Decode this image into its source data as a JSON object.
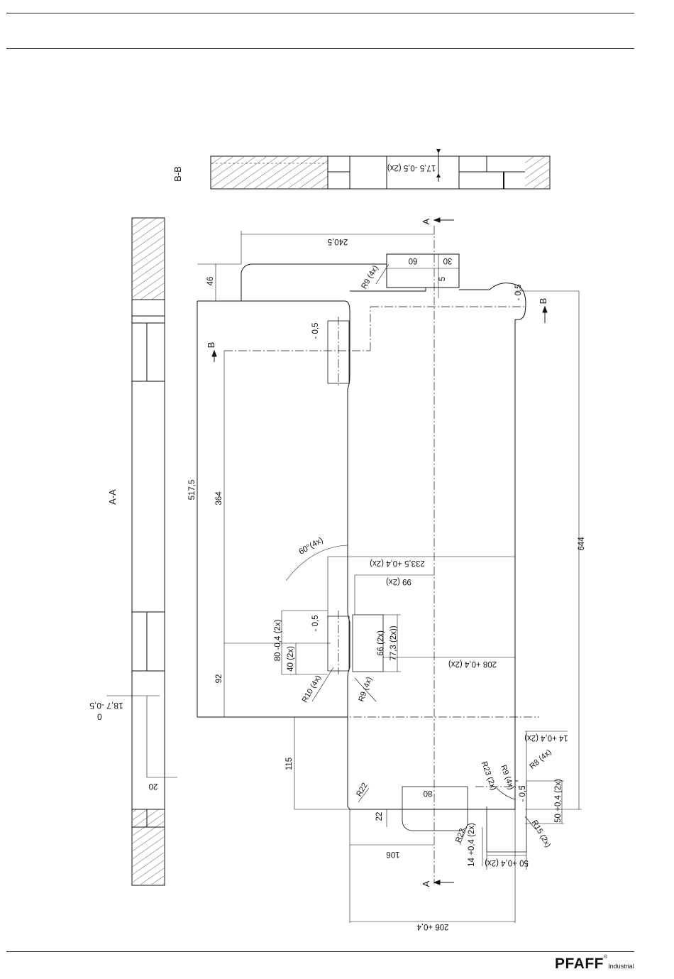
{
  "brand": {
    "name": "PFAFF",
    "reg": "®",
    "sub": "Industrial"
  },
  "sections": {
    "aa": "A-A",
    "bb": "B-B"
  },
  "markers": {
    "a_top": "A",
    "a_bottom": "A",
    "b_left": "B",
    "b_right": "B"
  },
  "dims": {
    "bb_slot": "17,5 -0,5 (2x)",
    "d240": "240,5",
    "d60": "60",
    "d30": "30",
    "d5": "5",
    "r9_4x_top": "R9 (4x)",
    "d46": "46",
    "m05_right_top": "- 0,5",
    "m05_slot_top": "- 0,5",
    "d517": "517,5",
    "d364": "364",
    "d644": "644",
    "a60": "60°(4x)",
    "d233": "233,5 +0,4 (2x)",
    "d99": "99 (2x)",
    "m05_mid": "- 0,5",
    "d80": "80 -0,4 (2x)",
    "d40": "40 (2x)",
    "d66": "66 (2x)",
    "d773": "77,3 (2x))",
    "d208": "208 +0,4 (2x)",
    "r10": "R10 (4x)",
    "r9_mid": "R9 (4x)",
    "d92": "92",
    "d187": "18,7 -0,5",
    "d0": "0",
    "d14_right": "14 +0,4 (2x)",
    "d115": "115",
    "d20": "20",
    "r8": "R8 (4x)",
    "r9_low": "R9 (4x)",
    "r23": "R23 (2x)",
    "r22_left": "R22",
    "d80_low": "80",
    "d22": "22",
    "r22_low": "R22",
    "m05_low": "- 0,5",
    "d50_right": "50 +0,4 (2x)",
    "r15": "R15 (2x)",
    "d14_low": "14 +0,4 (2x)",
    "d50_low": "50 +0,4 (2x)",
    "d106": "106",
    "d206": "206 +0,4"
  }
}
